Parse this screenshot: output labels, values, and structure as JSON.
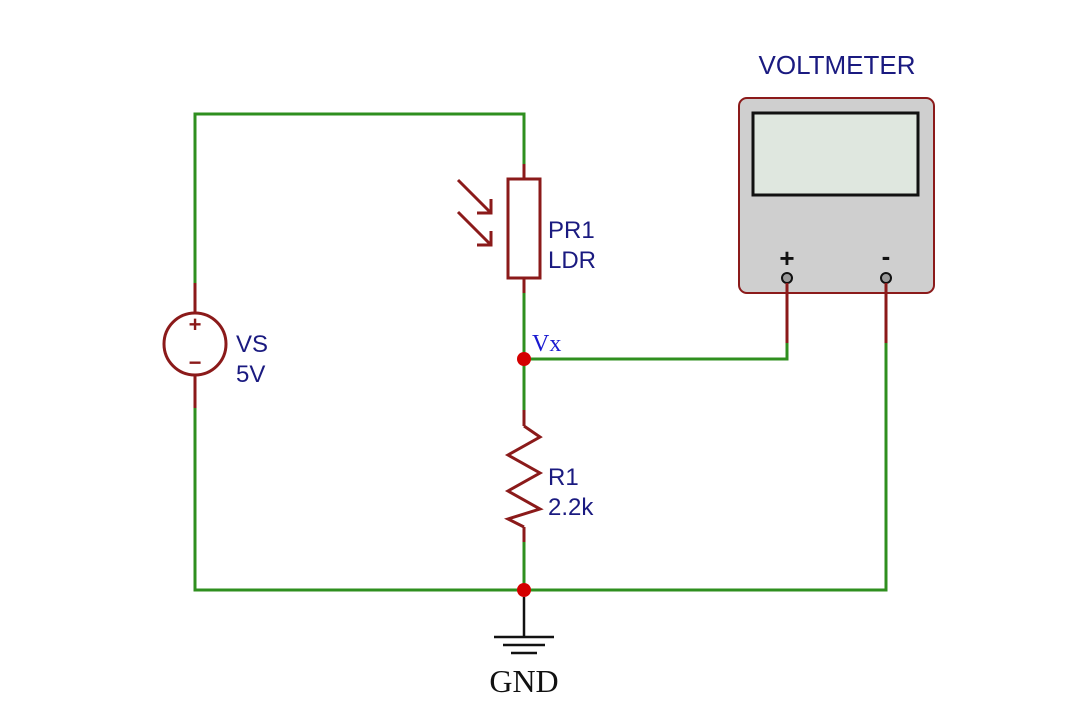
{
  "colors": {
    "wire": "#2f8f1f",
    "component": "#8b1a1a",
    "label_text": "#1a1a80",
    "node_label": "#1a1ad0",
    "junction": "#d40000",
    "meter_body": "#cfcfcf",
    "meter_display": "#dfe7df"
  },
  "voltmeter": {
    "title": "VOLTMETER",
    "plus_terminal": "+",
    "minus_terminal": "-"
  },
  "source": {
    "name": "VS",
    "value": "5V",
    "plus_symbol": "+",
    "minus_symbol": "−"
  },
  "ldr": {
    "name": "PR1",
    "value": "LDR"
  },
  "resistor": {
    "name": "R1",
    "value": "2.2k"
  },
  "node": {
    "label": "Vx"
  },
  "ground": {
    "label": "GND"
  }
}
